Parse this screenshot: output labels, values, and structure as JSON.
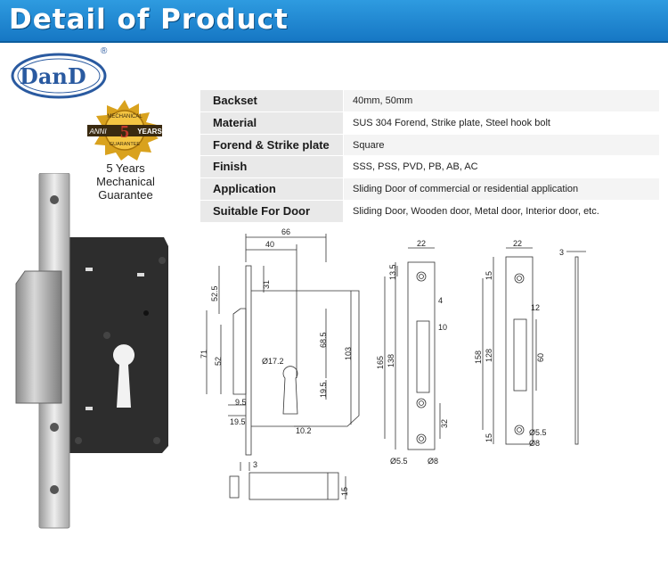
{
  "banner": {
    "title": "Detail of Product"
  },
  "brand": {
    "name": "DanD",
    "reg": "®"
  },
  "seal": {
    "text_lines": [
      "MECHANICAL",
      "ANNI",
      "5",
      "YEARS",
      "GUARANTEE"
    ]
  },
  "guarantee": {
    "line1": "5 Years",
    "line2": "Mechanical",
    "line3": "Guarantee"
  },
  "specs": [
    {
      "label": "Backset",
      "value": "40mm, 50mm"
    },
    {
      "label": "Material",
      "value": "SUS 304 Forend, Strike plate, Steel hook bolt"
    },
    {
      "label": "Forend & Strike plate",
      "value": "Square"
    },
    {
      "label": "Finish",
      "value": "SSS, PSS, PVD, PB, AB, AC"
    },
    {
      "label": "Application",
      "value": "Sliding Door of commercial or residential application"
    },
    {
      "label": "Suitable For Door",
      "value": "Sliding Door, Wooden door, Metal door,  Interior door,  etc."
    }
  ],
  "drawing": {
    "front": {
      "d66": "66",
      "d40": "40",
      "d31": "31",
      "d52_5": "52.5",
      "d71": "71",
      "d52": "52",
      "d68_5": "68.5",
      "d103": "103",
      "d17_2": "Ø17.2",
      "d19_5a": "19.5",
      "d9_5": "9.5",
      "d19_5b": "19.5",
      "d10_2": "10.2"
    },
    "forend": {
      "d22": "22",
      "d13_5": "13.5",
      "d4": "4",
      "d10": "10",
      "d165": "165",
      "d138": "138",
      "d32": "32",
      "d5_5": "Ø5.5",
      "d8": "Ø8"
    },
    "strike": {
      "d22": "22",
      "d15a": "15",
      "d12": "12",
      "d158": "158",
      "d128": "128",
      "d60": "60",
      "d15b": "15",
      "d5_5": "Ø5.5",
      "d8": "Ø8"
    },
    "side": {
      "d3": "3"
    },
    "bottom": {
      "d3": "3",
      "d15": "15"
    }
  },
  "colors": {
    "banner": "#1a86d6",
    "label_bg": "#e9e9e9",
    "body": "#2b2b2b",
    "steel": "#c8c8c8"
  }
}
